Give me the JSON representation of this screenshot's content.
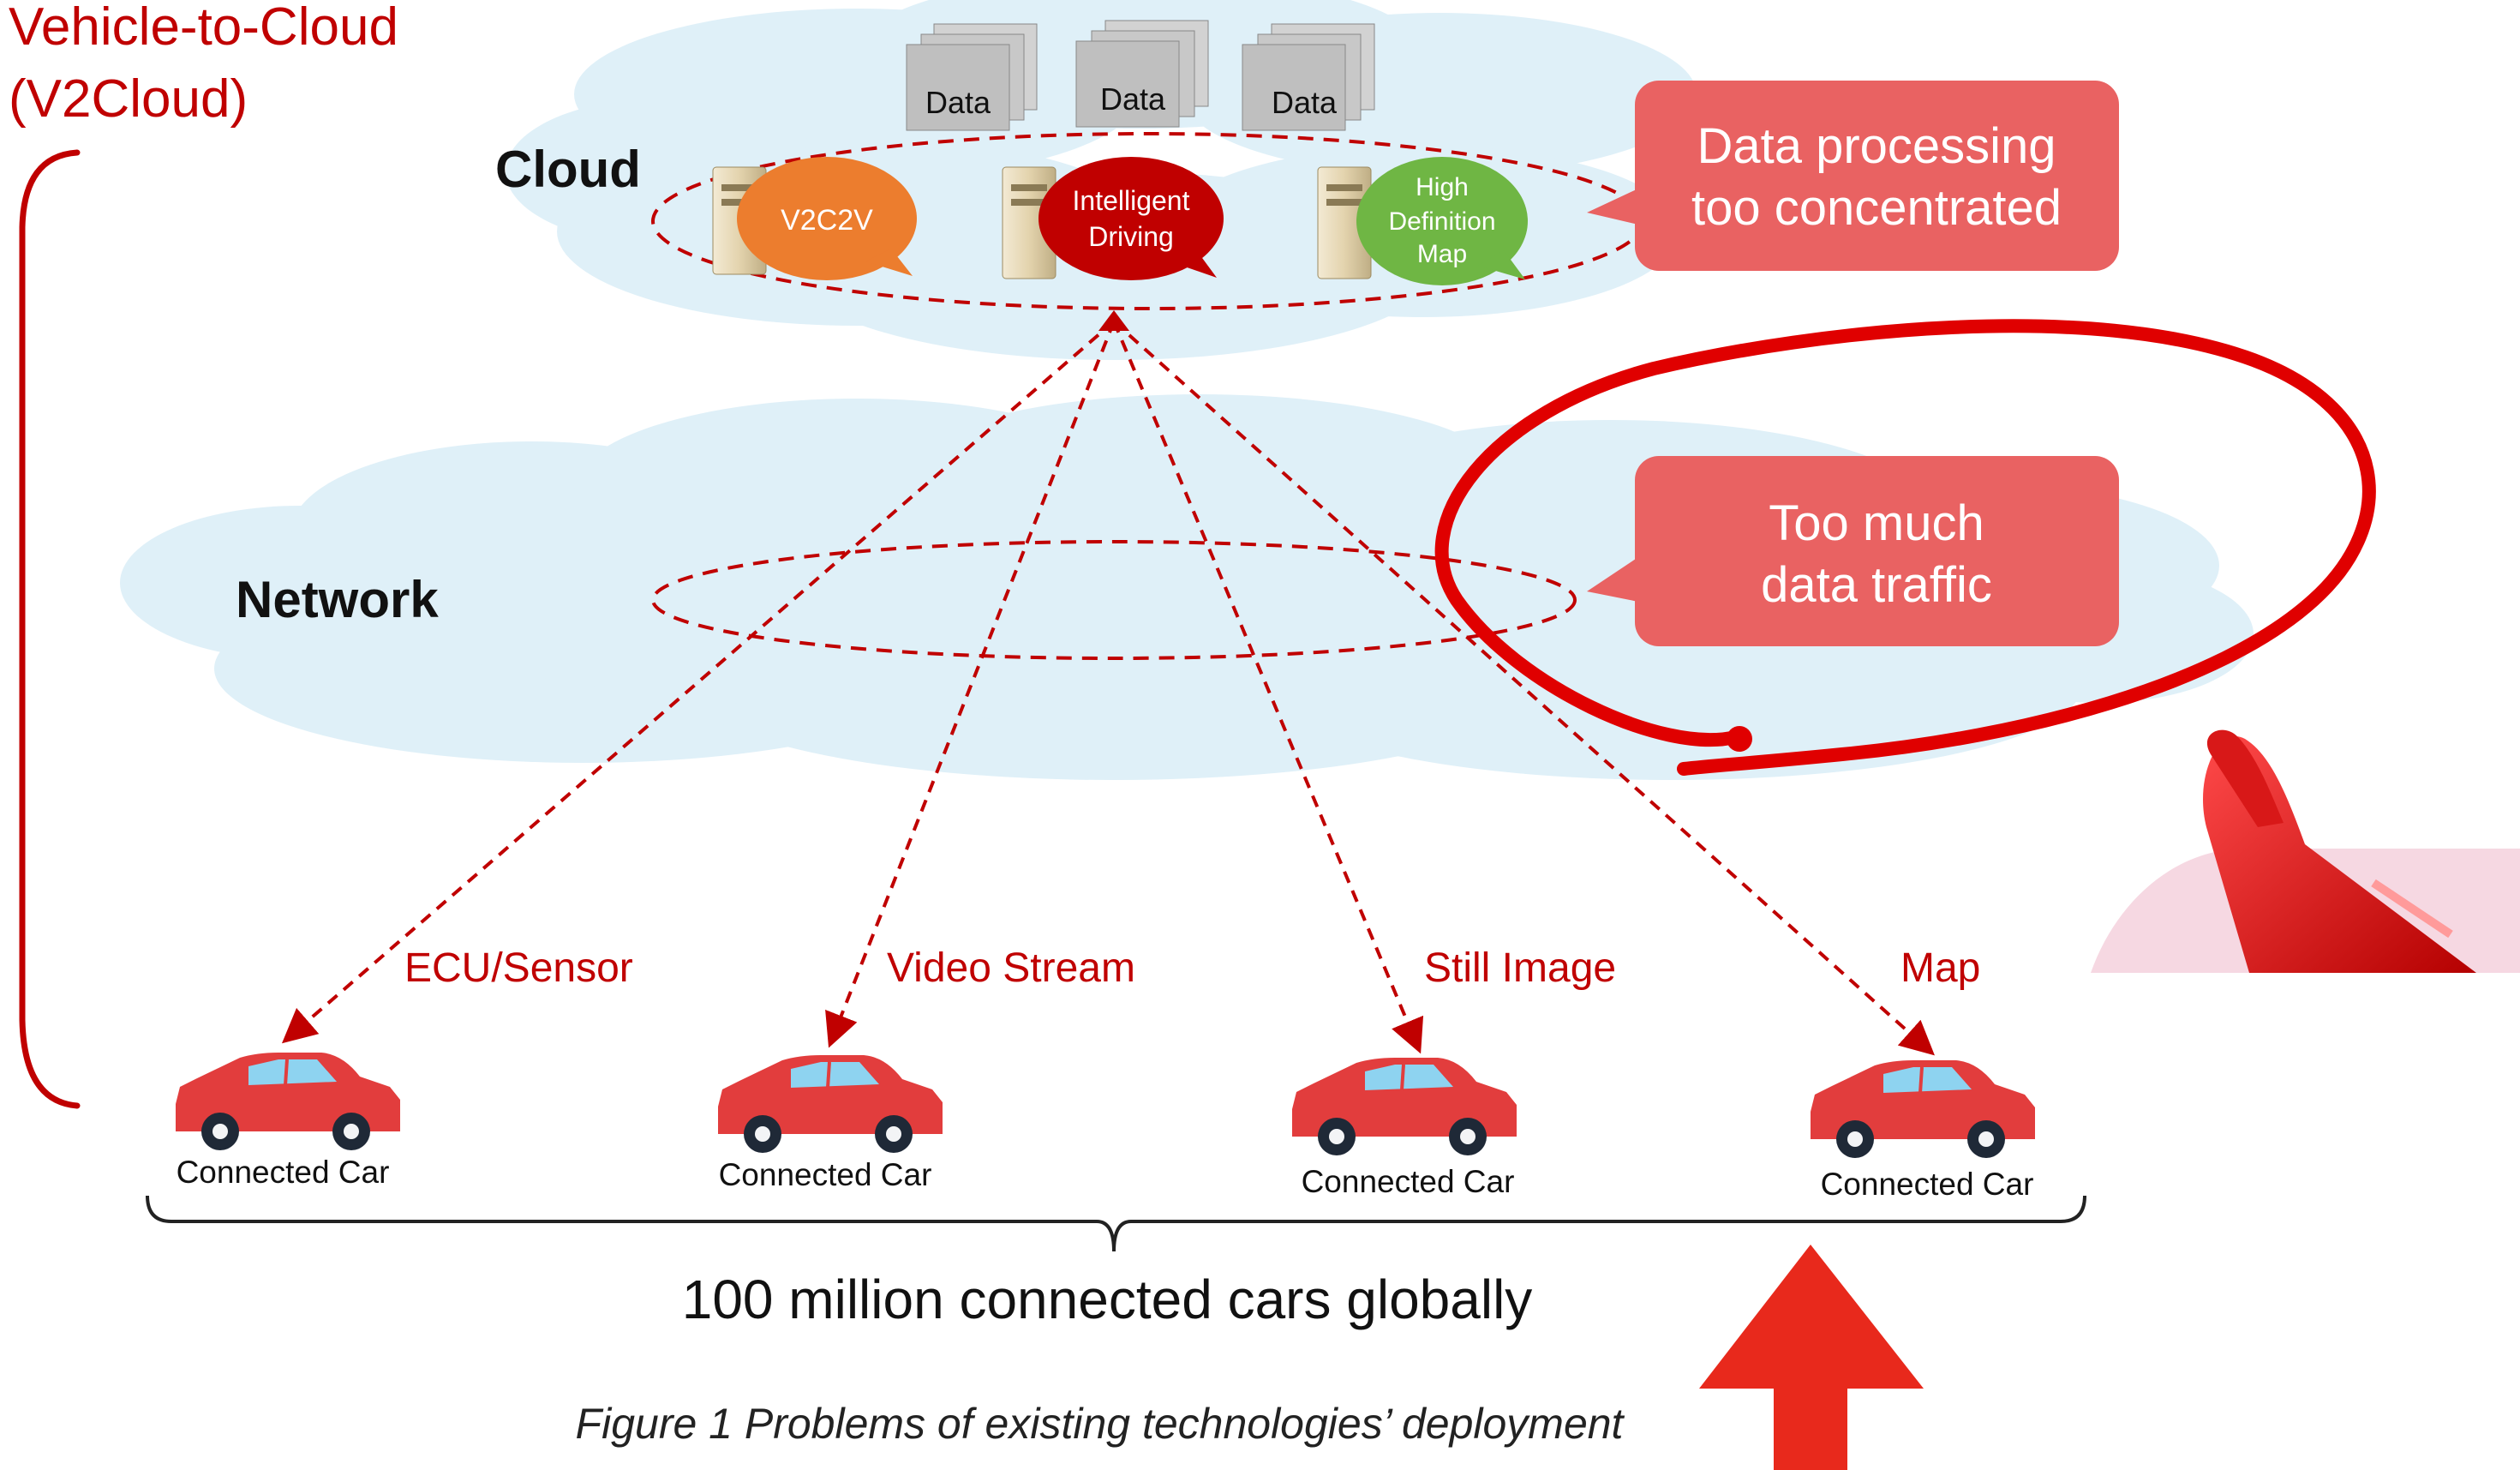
{
  "header": {
    "title_line1": "Vehicle-to-Cloud",
    "title_line2": "(V2Cloud)"
  },
  "layers": {
    "cloud": "Cloud",
    "network": "Network"
  },
  "data_stacks": [
    {
      "label": "Data"
    },
    {
      "label": "Data"
    },
    {
      "label": "Data"
    }
  ],
  "services": [
    {
      "lines": [
        "V2C2V"
      ],
      "color": "#ec7d2e"
    },
    {
      "lines": [
        "Intelligent",
        "Driving"
      ],
      "color": "#c00000"
    },
    {
      "lines": [
        "High",
        "Definition",
        "Map"
      ],
      "color": "#6fb644"
    }
  ],
  "callouts": {
    "processing": {
      "line1": "Data processing",
      "line2": "too concentrated"
    },
    "traffic": {
      "line1": "Too much",
      "line2": "data traffic"
    }
  },
  "streams": [
    {
      "label": "ECU/Sensor"
    },
    {
      "label": "Video Stream"
    },
    {
      "label": "Still Image"
    },
    {
      "label": "Map"
    }
  ],
  "cars": [
    {
      "label": "Connected Car"
    },
    {
      "label": "Connected Car"
    },
    {
      "label": "Connected Car"
    },
    {
      "label": "Connected Car"
    }
  ],
  "summary": "100 million connected cars globally",
  "caption": "Figure 1 Problems of existing technologies’ deployment",
  "colors": {
    "accent_red": "#c00000",
    "callout_red": "#e96262",
    "cloud_blue": "#dff0f8",
    "arrow_red": "#e8291c"
  }
}
